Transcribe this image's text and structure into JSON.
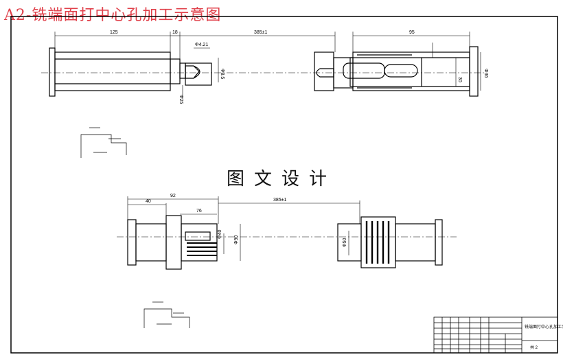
{
  "title": "A2-铣端面打中心孔加工示意图",
  "watermark": "图文设计",
  "dimensions": {
    "top_left_length": "125",
    "top_small": "18",
    "top_stroke": "385±1",
    "top_right_length": "95",
    "top_angle": "",
    "top_d1": "Φ4.21",
    "top_d2": "Φ8.5",
    "top_d3": "Φ25",
    "top_right_d": "Φ36",
    "top_right_d2": "30",
    "bottom_40": "40",
    "bottom_92": "92",
    "bottom_76": "76",
    "bottom_stroke": "385±1",
    "bottom_d1": "Φ40",
    "bottom_d2": "Φ90",
    "bottom_right_d": "Φ50"
  },
  "title_block": {
    "drawing_name": "铣端面打中心孔加工示意图",
    "sheet": "共 2"
  }
}
